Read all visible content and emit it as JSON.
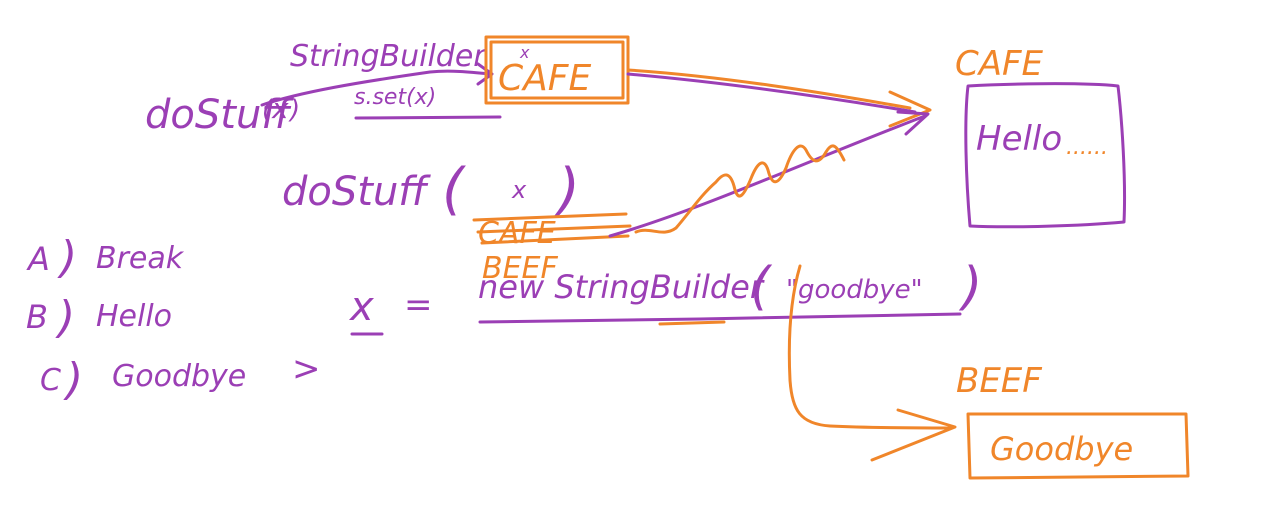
{
  "colors": {
    "purple": "#9b3fb5",
    "orange": "#f0862a",
    "background": "#ffffff"
  },
  "top_call": {
    "method": "doStuff",
    "arg": "x"
  },
  "sb_note": {
    "line1": "StringBuilder",
    "line2": "s.set(x)",
    "ref_mark": "x"
  },
  "cafe_box_top": {
    "label": "CAFE"
  },
  "call_line": {
    "method": "doStuff",
    "open": "(",
    "arg": "x",
    "close": ")"
  },
  "crossed_label": {
    "text": "CAFE"
  },
  "assignment": {
    "var": "x",
    "eq": "=",
    "expr": "new StringBuilder",
    "open": "(",
    "arg": "\"goodbye\"",
    "close": ")"
  },
  "ref_label": {
    "text": "BEEF"
  },
  "options": [
    {
      "letter": "A",
      "bracket": ")",
      "text": "Break"
    },
    {
      "letter": "B",
      "bracket": ")",
      "text": "Hello"
    },
    {
      "letter": "C",
      "bracket": ")",
      "text": "Goodbye"
    }
  ],
  "options_marker": ">",
  "object_cafe": {
    "label": "CAFE",
    "content": "Hello",
    "trail": "......"
  },
  "object_beef": {
    "label": "BEEF",
    "content": "Goodbye"
  }
}
